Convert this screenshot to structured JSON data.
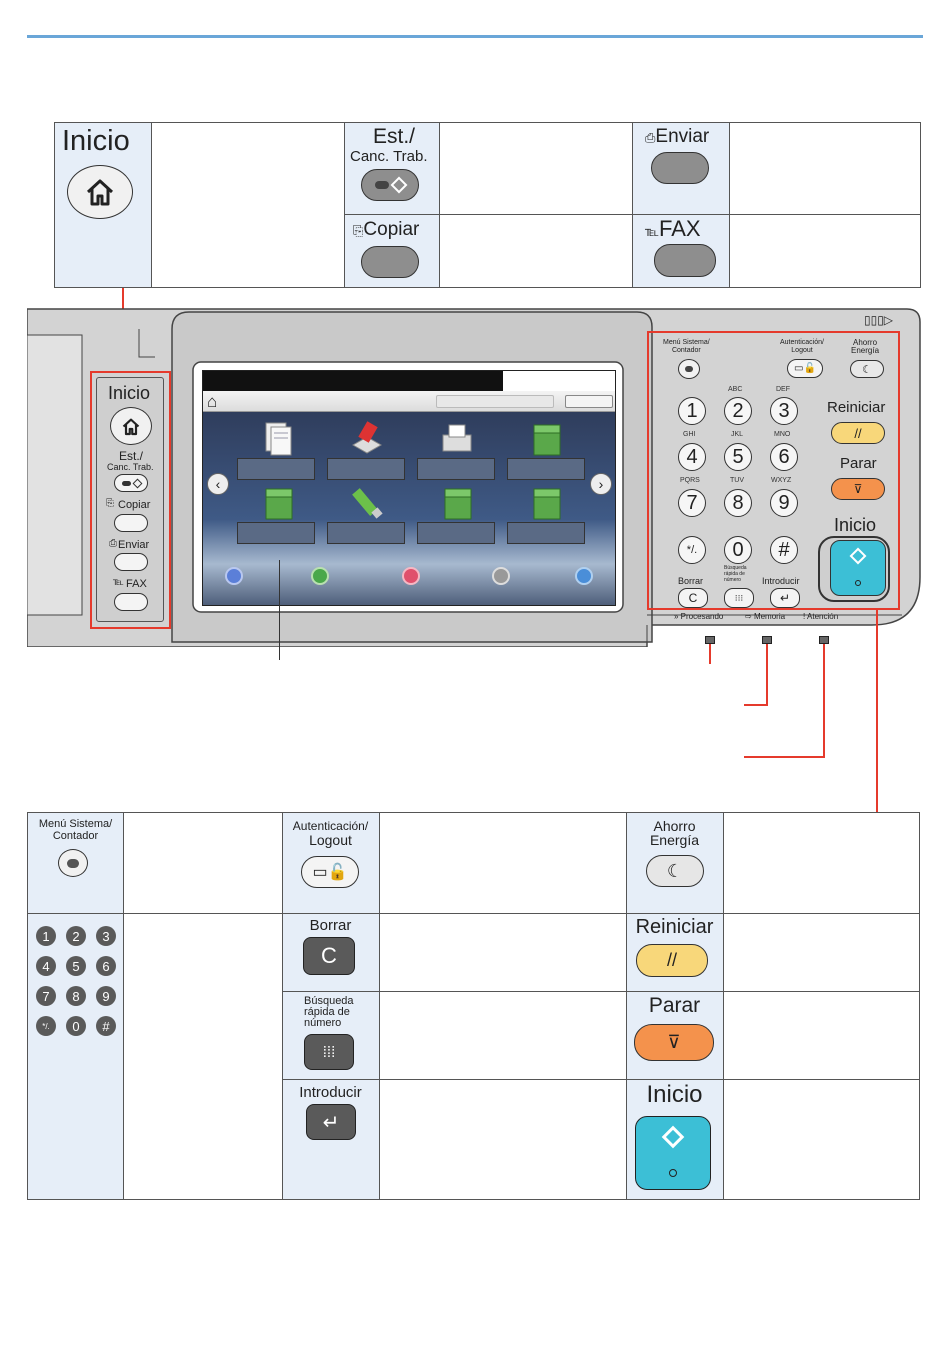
{
  "top_legend": {
    "inicio": "Inicio",
    "est": "Est./",
    "canc": "Canc. Trab.",
    "enviar": "Enviar",
    "copiar": "Copiar",
    "fax": "FAX"
  },
  "panel": {
    "left": {
      "inicio": "Inicio",
      "est": "Est./",
      "canc": "Canc. Trab.",
      "copiar": "Copiar",
      "enviar": "Enviar",
      "fax": "FAX"
    },
    "right": {
      "menu_sistema": "Menú Sistema/",
      "contador": "Contador",
      "autenticacion": "Autenticación/",
      "logout": "Logout",
      "ahorro": "Ahorro",
      "energia": "Energía",
      "reiniciar": "Reiniciar",
      "parar": "Parar",
      "inicio": "Inicio",
      "borrar": "Borrar",
      "busqueda": "Búsqueda rápida de número",
      "introducir": "Introducir",
      "procesando": "Procesando",
      "memoria": "Memoria",
      "atencion": "Atención",
      "keys": [
        "1",
        "2",
        "3",
        "4",
        "5",
        "6",
        "7",
        "8",
        "9",
        "*/.",
        "0",
        "#"
      ],
      "letters": [
        "ABC",
        "DEF",
        "GHI",
        "JKL",
        "MNO",
        "PQRS",
        "TUV",
        "WXYZ"
      ]
    }
  },
  "bottom_legend": {
    "menu_sistema": "Menú Sistema/",
    "contador": "Contador",
    "autenticacion": "Autenticación/",
    "logout": "Logout",
    "ahorro": "Ahorro",
    "energia": "Energía",
    "borrar": "Borrar",
    "reiniciar": "Reiniciar",
    "busqueda1": "Búsqueda",
    "busqueda2": "rápida de",
    "busqueda3": "número",
    "parar": "Parar",
    "introducir": "Introducir",
    "inicio": "Inicio"
  }
}
